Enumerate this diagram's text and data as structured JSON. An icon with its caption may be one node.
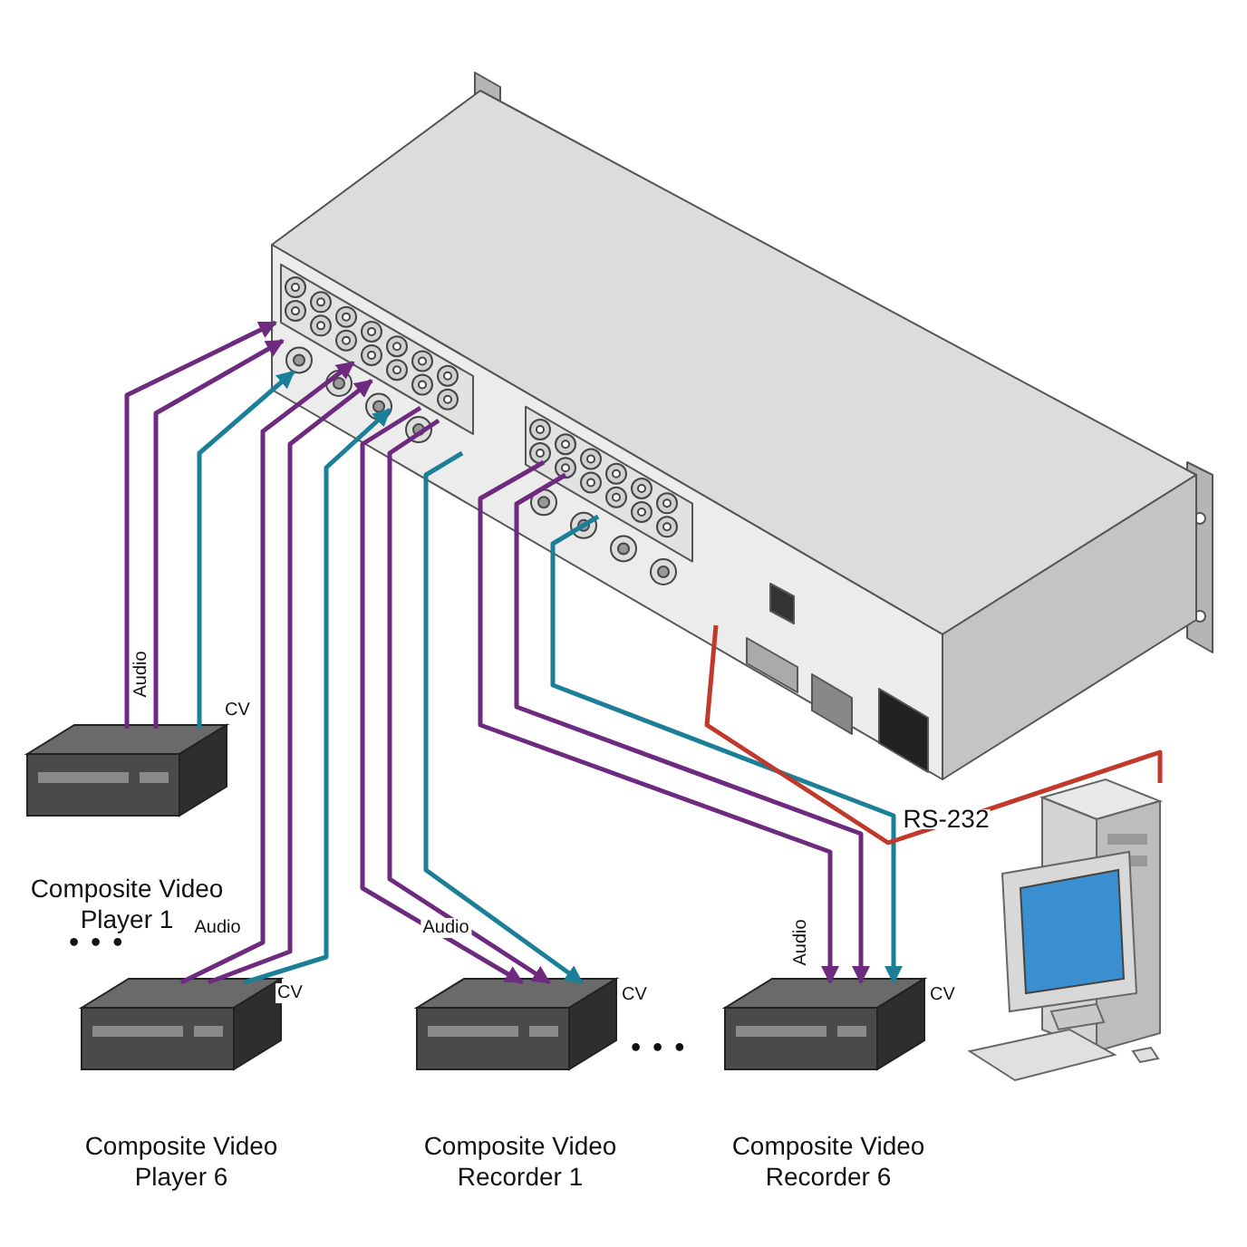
{
  "diagram": {
    "nodes": [
      {
        "text": [],
        "shape": "picture"
      },
      {
        "text": [
          "Composite Video Player 1"
        ]
      },
      {
        "text": [
          "Composite Video Player 6"
        ]
      },
      {
        "text": [
          "Composite Video Recorder 1"
        ]
      },
      {
        "text": [
          "Composite Video Recorder 6"
        ]
      },
      {
        "text": [],
        "shape": "picture"
      }
    ],
    "edges": [
      {
        "from": 1,
        "to": 0,
        "arrow": "to",
        "label": "Audio",
        "color": "#6e2a7e"
      },
      {
        "from": 1,
        "to": 0,
        "arrow": "to",
        "color": "#6e2a7e"
      },
      {
        "from": 1,
        "to": 0,
        "arrow": "to",
        "label": "CV",
        "color": "#1b7f98"
      },
      {
        "from": 2,
        "to": 0,
        "arrow": "to",
        "label": "Audio",
        "color": "#6e2a7e"
      },
      {
        "from": 2,
        "to": 0,
        "arrow": "to",
        "color": "#6e2a7e"
      },
      {
        "from": 2,
        "to": 0,
        "arrow": "to",
        "label": "CV",
        "color": "#1b7f98"
      },
      {
        "from": 0,
        "to": 3,
        "arrow": "to",
        "label": "Audio",
        "color": "#6e2a7e"
      },
      {
        "from": 0,
        "to": 3,
        "arrow": "to",
        "color": "#6e2a7e"
      },
      {
        "from": 0,
        "to": 3,
        "arrow": "to",
        "label": "CV",
        "color": "#1b7f98"
      },
      {
        "from": 0,
        "to": 4,
        "arrow": "to",
        "label": "Audio",
        "color": "#6e2a7e"
      },
      {
        "from": 0,
        "to": 4,
        "arrow": "to",
        "color": "#6e2a7e"
      },
      {
        "from": 0,
        "to": 4,
        "arrow": "to",
        "label": "CV",
        "color": "#1b7f98"
      },
      {
        "from": 0,
        "to": 5,
        "arrow": "none",
        "label": "RS-232",
        "color": "#c0392b"
      }
    ],
    "labels": [
      "• • •",
      "• • •"
    ]
  }
}
